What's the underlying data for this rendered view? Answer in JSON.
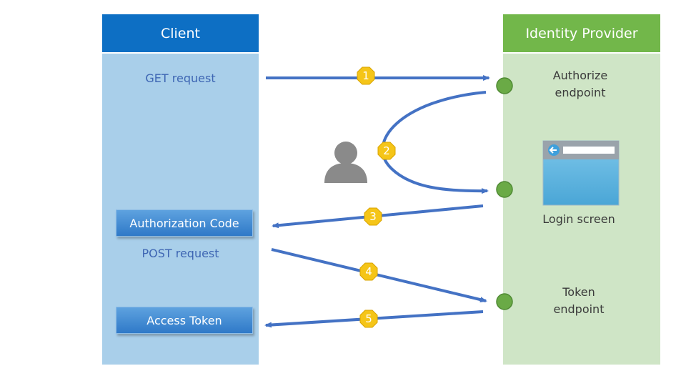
{
  "client": {
    "title": "Client",
    "get_request": "GET request",
    "authorization_code": "Authorization Code",
    "post_request": "POST request",
    "access_token": "Access Token"
  },
  "identity_provider": {
    "title": "Identity Provider",
    "authorize_endpoint": "Authorize\nendpoint",
    "login_screen": "Login screen",
    "token_endpoint": "Token\nendpoint"
  },
  "steps": [
    "1",
    "2",
    "3",
    "4",
    "5"
  ],
  "colors": {
    "client_header": "#0d6fc4",
    "client_body": "#a9cfea",
    "idp_header": "#72b74a",
    "idp_body": "#cfe5c6",
    "arrow": "#4472c4",
    "badge": "#f5c518",
    "endpoint_dot": "#6aaa46",
    "user_icon": "#8a8a8a"
  },
  "icons": [
    "user-icon",
    "browser-window-icon",
    "back-arrow-icon"
  ]
}
